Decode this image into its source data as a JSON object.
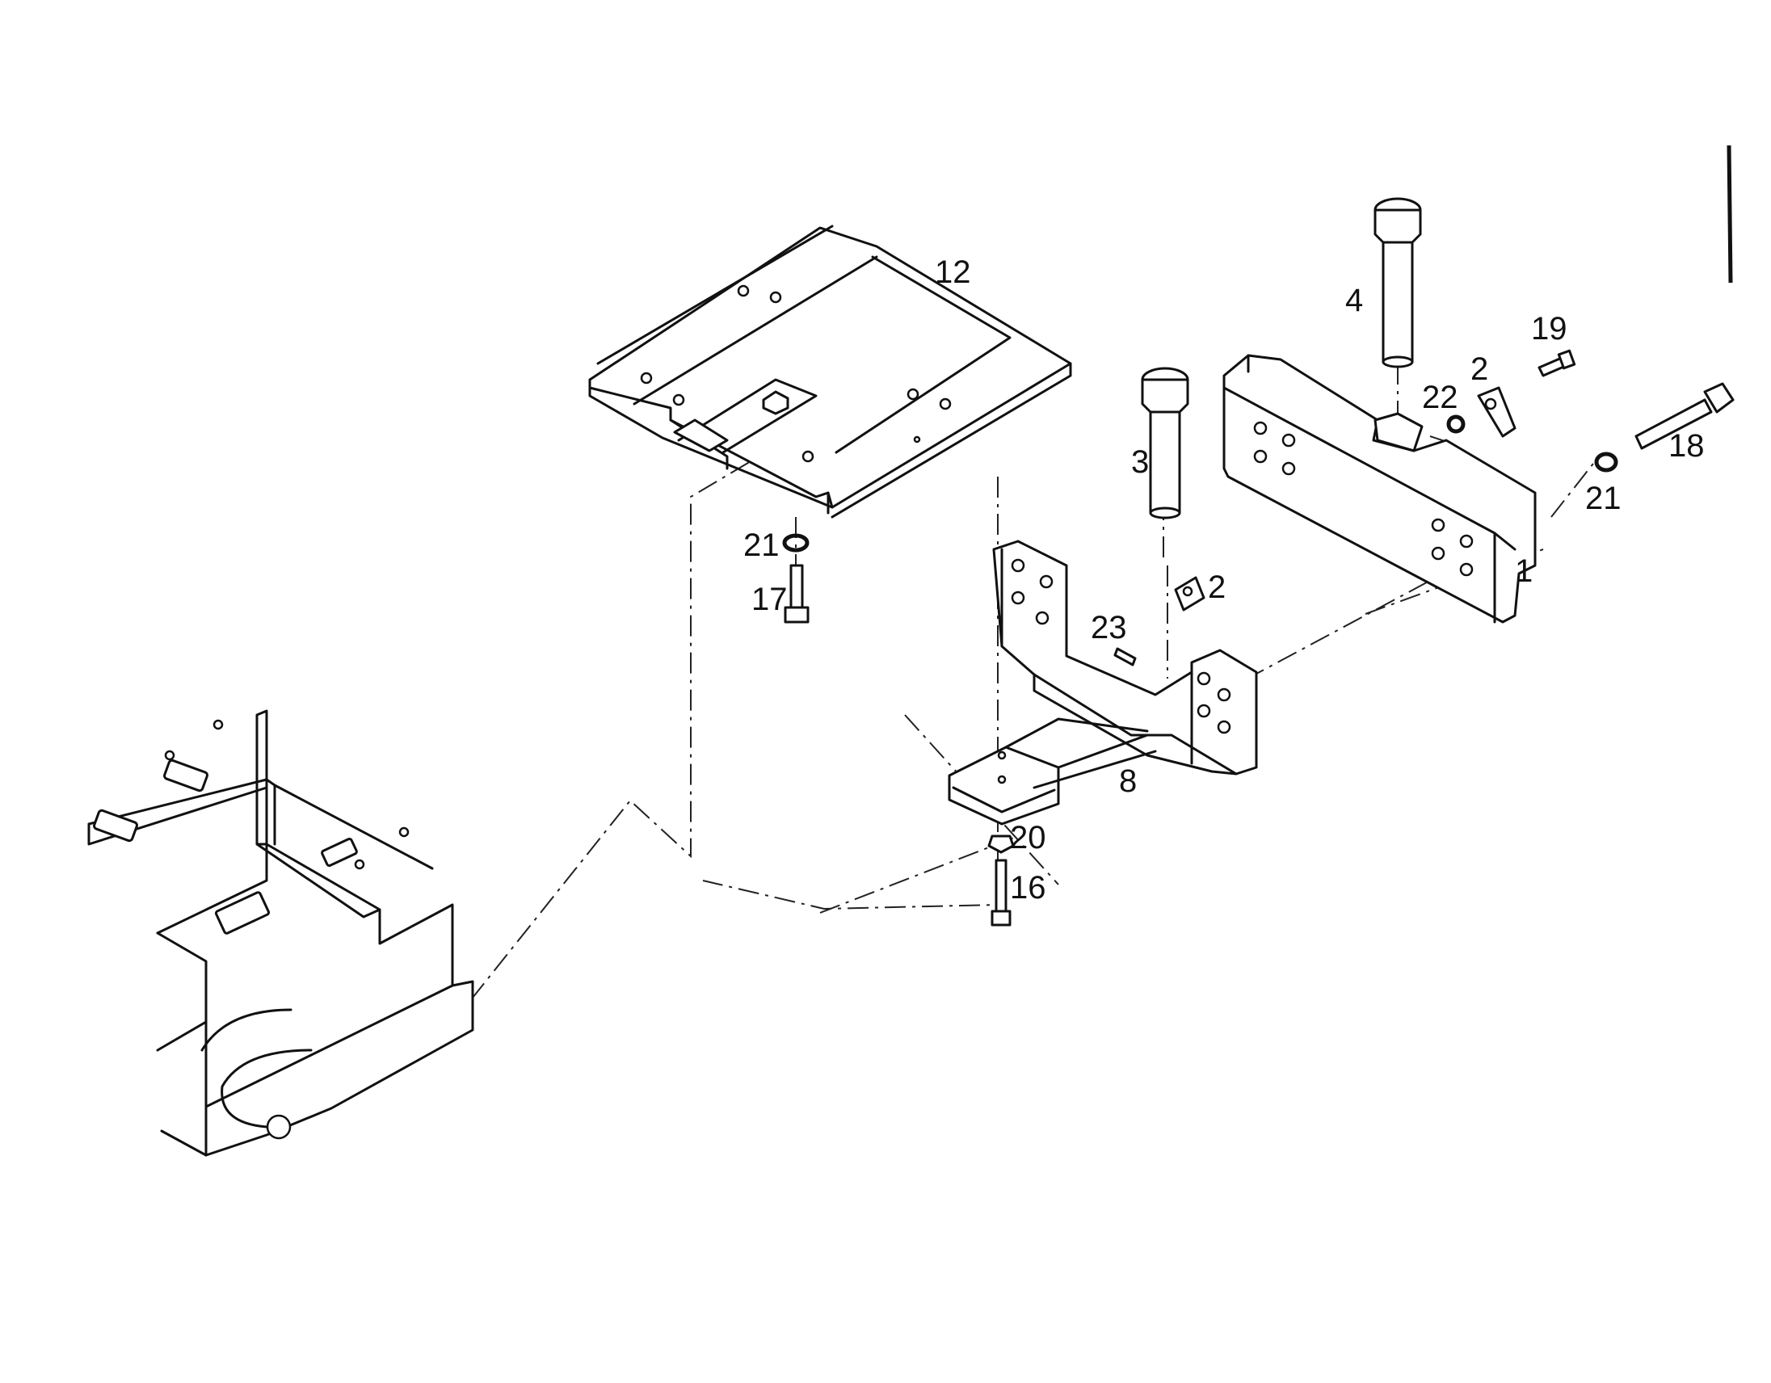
{
  "diagram": {
    "type": "exploded parts drawing",
    "callouts": {
      "p1": "1",
      "p2a": "2",
      "p2b": "2",
      "p3": "3",
      "p4": "4",
      "p8": "8",
      "p12": "12",
      "p16": "16",
      "p17": "17",
      "p18": "18",
      "p19": "19",
      "p20": "20",
      "p21a": "21",
      "p21b": "21",
      "p22": "22",
      "p23": "23"
    }
  }
}
